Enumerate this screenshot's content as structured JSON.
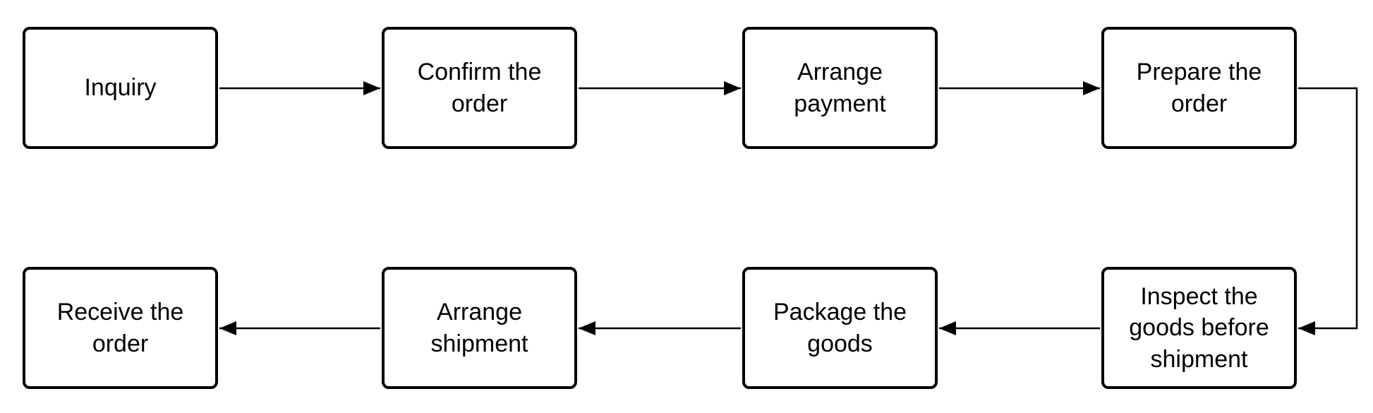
{
  "diagram": {
    "steps": [
      {
        "id": "inquiry",
        "label": "Inquiry"
      },
      {
        "id": "confirm-order",
        "label": "Confirm the order"
      },
      {
        "id": "arrange-payment",
        "label": "Arrange payment"
      },
      {
        "id": "prepare-order",
        "label": "Prepare the order"
      },
      {
        "id": "inspect-goods",
        "label": "Inspect the goods before shipment"
      },
      {
        "id": "package-goods",
        "label": "Package the goods"
      },
      {
        "id": "arrange-shipment",
        "label": "Arrange shipment"
      },
      {
        "id": "receive-order",
        "label": "Receive the order"
      }
    ],
    "connections": [
      {
        "from": "inquiry",
        "to": "confirm-order"
      },
      {
        "from": "confirm-order",
        "to": "arrange-payment"
      },
      {
        "from": "arrange-payment",
        "to": "prepare-order"
      },
      {
        "from": "prepare-order",
        "to": "inspect-goods"
      },
      {
        "from": "inspect-goods",
        "to": "package-goods"
      },
      {
        "from": "package-goods",
        "to": "arrange-shipment"
      },
      {
        "from": "arrange-shipment",
        "to": "receive-order"
      }
    ],
    "colors": {
      "stroke": "#000000",
      "background": "#ffffff"
    }
  }
}
